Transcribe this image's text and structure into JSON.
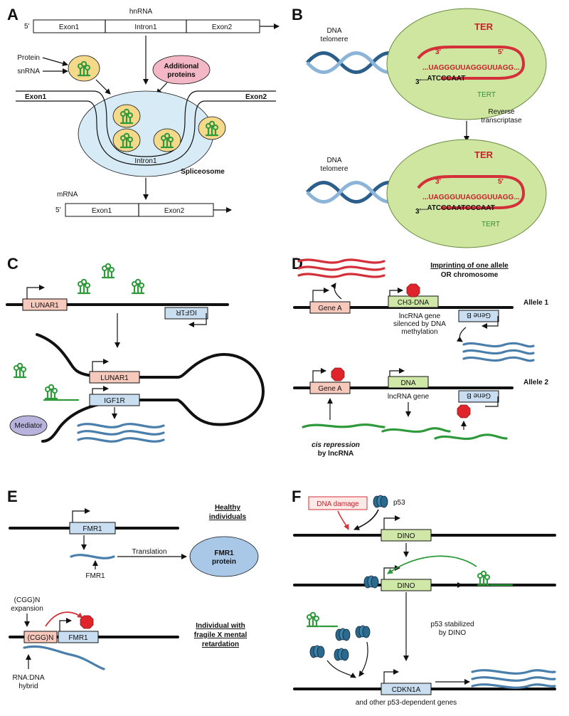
{
  "panels": {
    "A": {
      "label": "A",
      "hnrna": "hnRNA",
      "five_prime": "5'",
      "exon1": "Exon1",
      "intron1": "Intron1",
      "exon2": "Exon2",
      "protein": "Protein",
      "snrna": "snRNA",
      "additional_proteins_1": "Additional",
      "additional_proteins_2": "proteins",
      "spliceosome": "Spliceosome",
      "mrna": "mRNA"
    },
    "B": {
      "label": "B",
      "dna_1": "DNA",
      "telomere": "telomere",
      "ter": "TER",
      "tert": "TERT",
      "three_prime": "3'",
      "five_prime": "5'",
      "rna_seq": "...UAGGGUUAGGGUUAGG...",
      "dna_seq_top": "...ATCCCAAT",
      "dna_seq_bottom": "...ATCCCAATCCCAAT",
      "reverse": "Reverse",
      "transcriptase": "transcriptase"
    },
    "C": {
      "label": "C",
      "lunar1": "LUNAR1",
      "igf1r_flipped": "IGF1R",
      "igf1r": "IGF1R",
      "mediator": "Mediator"
    },
    "D": {
      "label": "D",
      "title_1": "Imprinting of one allele",
      "title_2": "OR chromosome",
      "gene_a": "Gene A",
      "ch3_dna": "CH3-DNA",
      "dna": "DNA",
      "gene_b": "Gene B",
      "allele1": "Allele 1",
      "allele2": "Allele 2",
      "silenced_1": "lncRNA gene",
      "silenced_2": "silenced by DNA",
      "silenced_3": "methylation",
      "lncrna_gene": "lncRNA gene",
      "cis_1": "cis repression",
      "cis_2": "by lncRNA"
    },
    "E": {
      "label": "E",
      "fmr1": "FMR1",
      "healthy_1": "Healthy",
      "healthy_2": "individuals",
      "translation": "Translation",
      "fmr1_protein_1": "FMR1",
      "fmr1_protein_2": "protein",
      "fmr1_rna": "FMR1",
      "cgg_expansion_1": "(CGG)N",
      "cgg_expansion_2": "expansion",
      "cgg_box": "(CGG)N",
      "fragile_1": "Individual with",
      "fragile_2": "fragile X mental",
      "fragile_3": "retardation",
      "hybrid_1": "RNA:DNA",
      "hybrid_2": "hybrid"
    },
    "F": {
      "label": "F",
      "dna_damage": "DNA damage",
      "p53": "p53",
      "dino": "DINO",
      "p53_stab_1": "p53 stabilized",
      "p53_stab_2": "by DINO",
      "cdkn1a": "CDKN1A",
      "other_genes": "and other p53-dependent genes"
    }
  },
  "colors": {
    "exon_box": "#ffffff",
    "spliceosome": "#d6ebf5",
    "protein_orb": "#f5d98a",
    "additional_proteins": "#f4b7c6",
    "telomerase": "#cfe6a0",
    "rna_red": "#d4303a",
    "gene_pink": "#f7c9bd",
    "gene_blue": "#c9def0",
    "gene_green": "#cfe8a8",
    "mediator": "#b8b3dc",
    "protein_oval": "#a9c8e8",
    "stop_red": "#e0242c",
    "p53_blue": "#2b6a8f"
  }
}
